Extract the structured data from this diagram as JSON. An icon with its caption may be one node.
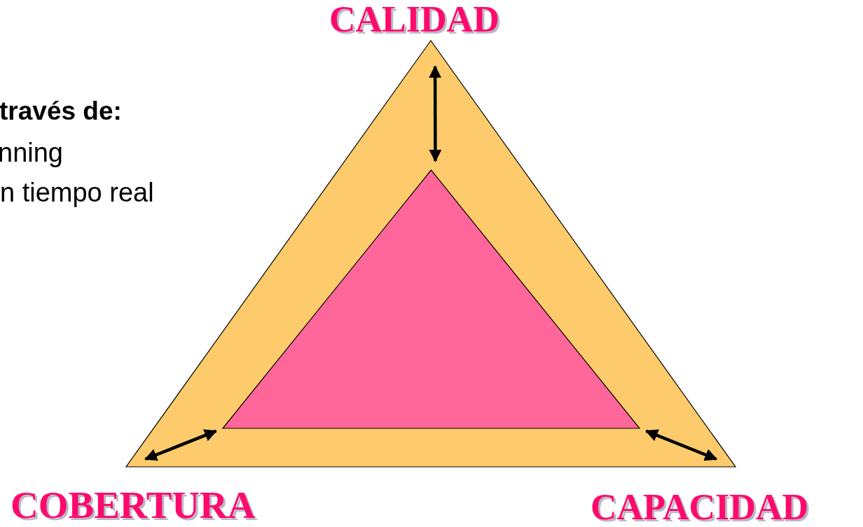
{
  "diagram": {
    "nodes": [
      {
        "text": [],
        "shape": "triangle"
      },
      {
        "text": [],
        "shape": "triangle",
        "in": 0
      }
    ],
    "edges": [
      {
        "from": 1,
        "to": 0,
        "arrow": "both"
      },
      {
        "from": 1,
        "to": 0,
        "arrow": "both"
      },
      {
        "from": 1,
        "to": 0,
        "arrow": "both"
      }
    ],
    "labels": [
      "CALIDAD",
      "través de:",
      "nning",
      "n tiempo real",
      "COBERTURA",
      "CAPACIDAD"
    ]
  }
}
